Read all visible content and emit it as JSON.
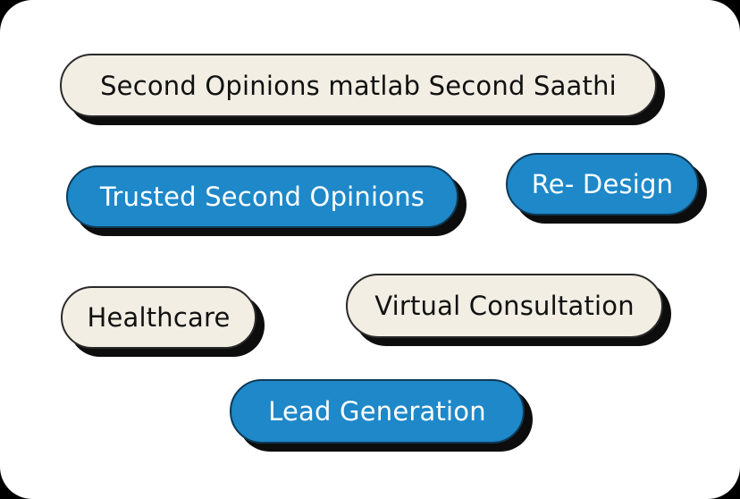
{
  "colors": {
    "background": "#000000",
    "card": "#ffffff",
    "tag_light": "#f2eee4",
    "tag_blue": "#1e88c9",
    "shadow": "#0d0d0d"
  },
  "tags": [
    {
      "label": "Second Opinions matlab Second Saathi",
      "style": "light"
    },
    {
      "label": "Trusted Second Opinions",
      "style": "blue"
    },
    {
      "label": "Re- Design",
      "style": "blue"
    },
    {
      "label": "Healthcare",
      "style": "light"
    },
    {
      "label": "Virtual Consultation",
      "style": "light"
    },
    {
      "label": "Lead Generation",
      "style": "blue"
    }
  ]
}
